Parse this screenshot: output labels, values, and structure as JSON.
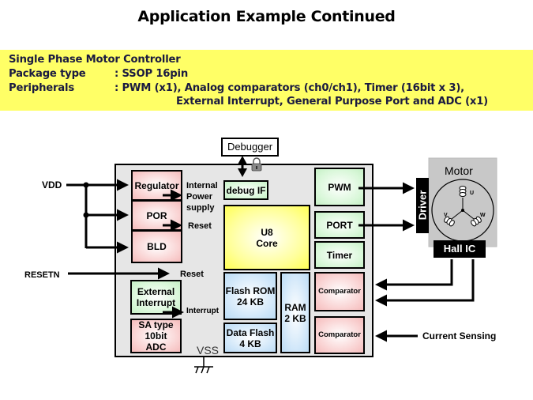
{
  "title": "Application Example Continued",
  "info": {
    "line1": "Single Phase Motor Controller",
    "package_label": "Package type",
    "package_value": ": SSOP 16pin",
    "peripherals_label": "Peripherals",
    "peripherals_value_1": ": PWM (x1), Analog comparators (ch0/ch1), Timer (16bit x 3),",
    "peripherals_value_2": "External Interrupt, General Purpose Port  and ADC (x1)",
    "background_color": "#ffff66"
  },
  "diagram": {
    "external": {
      "vdd": "VDD",
      "resetn": "RESETN",
      "debugger": "Debugger",
      "vss": "VSS",
      "current_sensing": "Current Sensing",
      "motor": "Motor",
      "driver": "Driver",
      "hall_ic": "Hall IC",
      "phases": [
        "U",
        "V",
        "W"
      ]
    },
    "blocks": {
      "regulator": "Regulator",
      "por": "POR",
      "bld": "BLD",
      "external_interrupt_1": "External",
      "external_interrupt_2": "Interrupt",
      "adc_1": "SA type",
      "adc_2": "10bit",
      "adc_3": "ADC",
      "debug_if": "debug IF",
      "core_1": "U8",
      "core_2": "Core",
      "flash_rom_1": "Flash  ROM",
      "flash_rom_2": "24 KB",
      "data_flash_1": "Data Flash",
      "data_flash_2": "4 KB",
      "ram_1": "RAM",
      "ram_2": "2 KB",
      "pwm": "PWM",
      "port": "PORT",
      "timer": "Timer",
      "comparator_1": "Comparator",
      "comparator_2": "Comparator"
    },
    "signals": {
      "internal_1": "Internal",
      "internal_2": "Power",
      "internal_3": "supply",
      "reset_por": "Reset",
      "reset_pin": "Reset",
      "interrupt": "Interrupt"
    },
    "colors": {
      "chip_fill": "#e6e6e6",
      "pink_block": "#f9d0d0",
      "green_block": "#d8f7d8",
      "blue_block": "#cfe6f9",
      "core_block": "#ffff99",
      "motor_fill": "#c8c8c8"
    }
  }
}
